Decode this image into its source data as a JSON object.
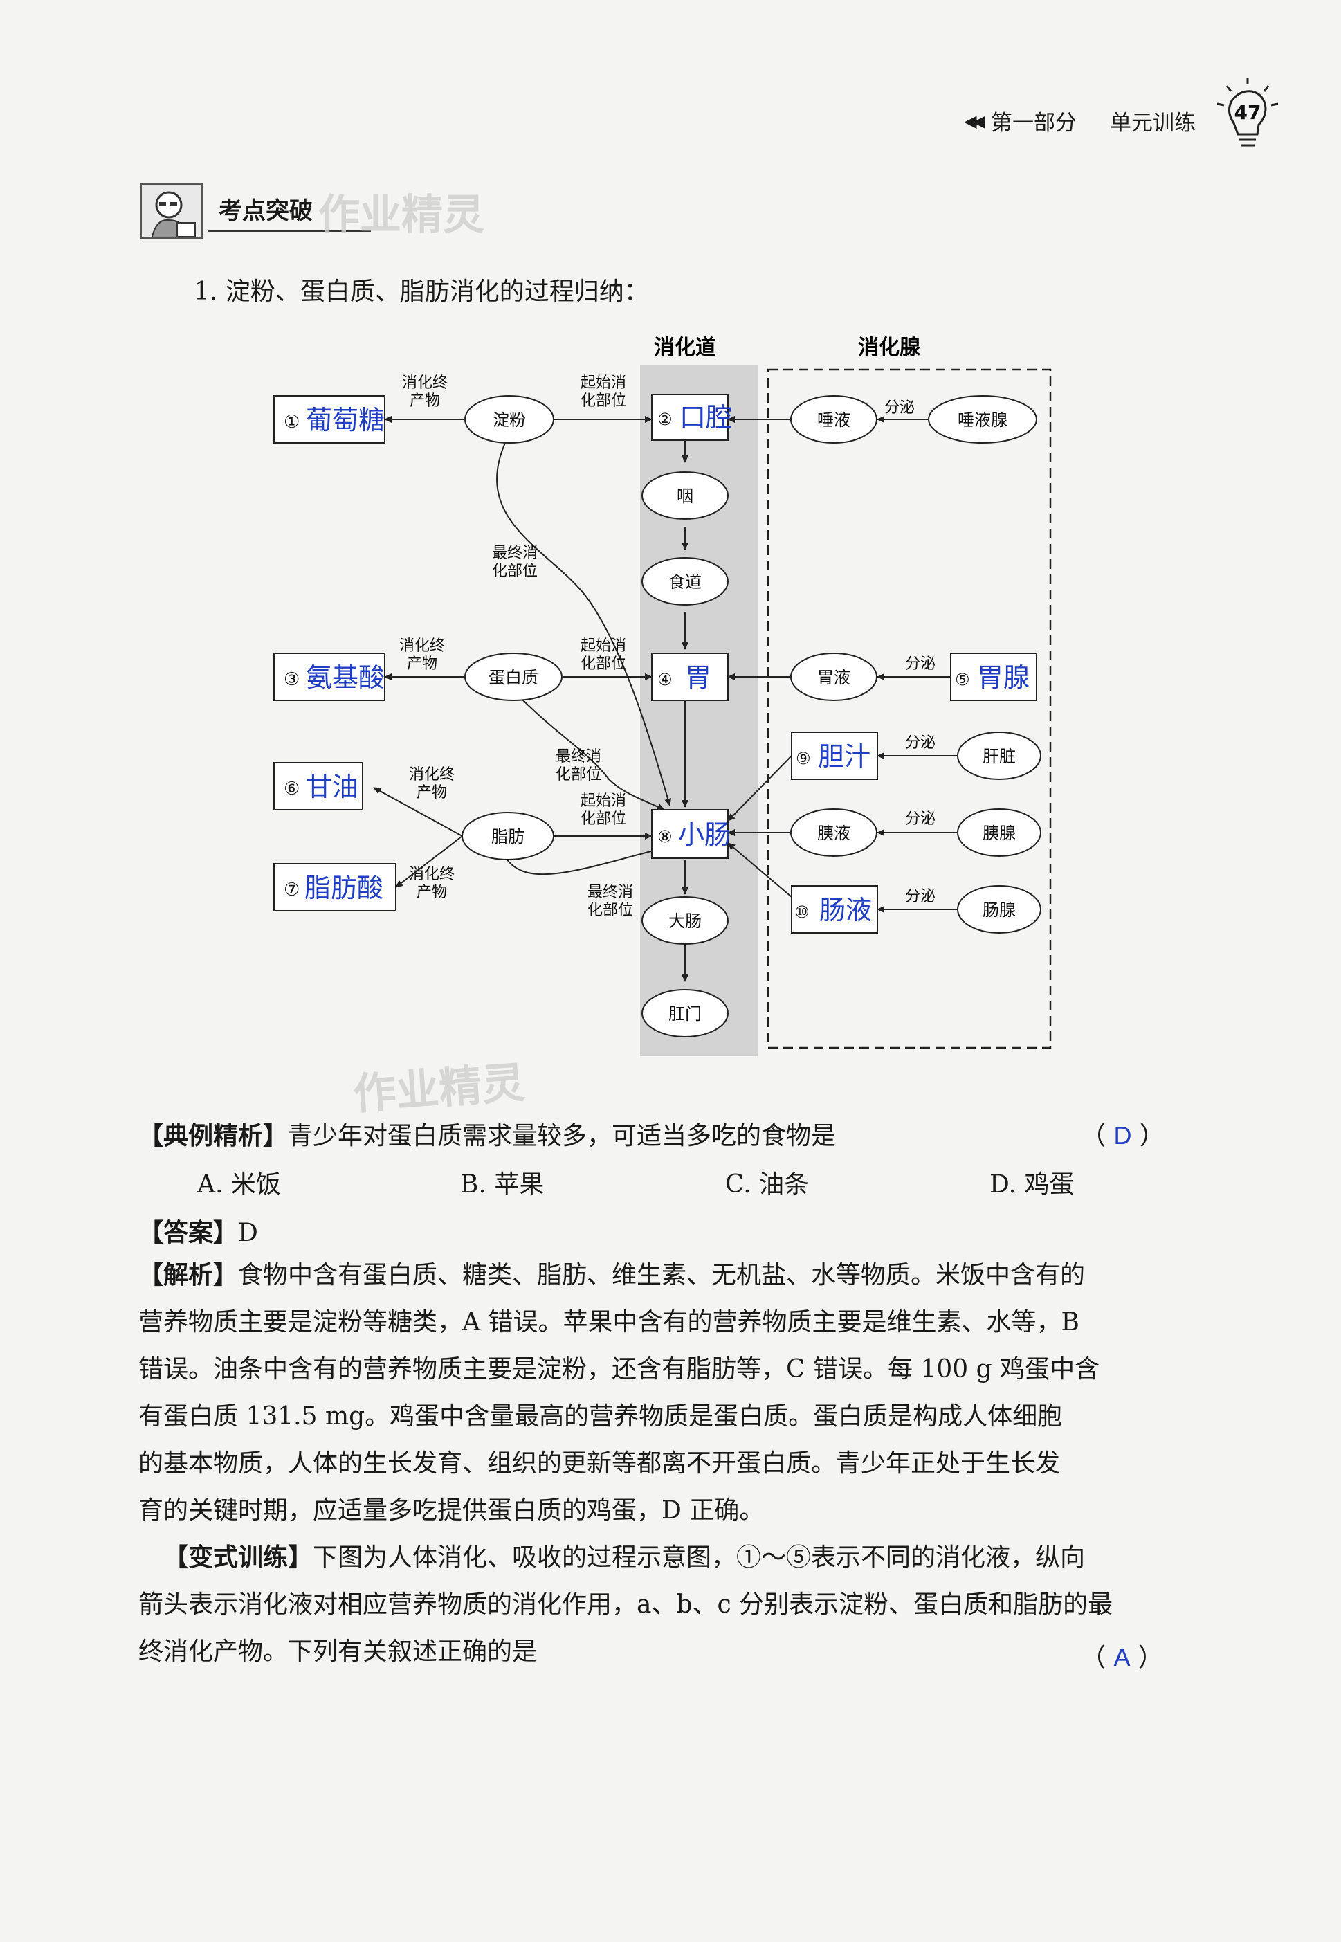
{
  "header": {
    "section": "第一部分",
    "unit": "单元训练",
    "page_number": "47"
  },
  "banner": {
    "title": "考点突破",
    "watermark": "作业精灵"
  },
  "question1": "1. 淀粉、蛋白质、脂肪消化的过程归纳：",
  "diagram": {
    "col_tract": "消化道",
    "col_gland": "消化腺",
    "tract": [
      "口腔",
      "咽",
      "食道",
      "胃",
      "小肠",
      "大肠",
      "肛门"
    ],
    "tract_nums": {
      "mouth": "②",
      "stomach": "④",
      "intestine": "⑧"
    },
    "nutrients": {
      "starch": "淀粉",
      "protein": "蛋白质",
      "fat": "脂肪"
    },
    "products": {
      "glucose": {
        "num": "①",
        "answer": "葡萄糖"
      },
      "amino": {
        "num": "③",
        "answer": "氨基酸"
      },
      "glycerol": {
        "num": "⑥",
        "answer": "甘油"
      },
      "fatty": {
        "num": "⑦",
        "answer": "脂肪酸"
      }
    },
    "juices": {
      "saliva": "唾液",
      "gastric": "胃液",
      "bile": {
        "num": "⑨",
        "answer": "胆汁"
      },
      "pancreatic": "胰液",
      "intestinal": {
        "num": "⑩",
        "answer": "肠液"
      }
    },
    "glands": {
      "salivary": "唾液腺",
      "gastric": {
        "num": "⑤",
        "answer": "胃腺"
      },
      "liver": "肝脏",
      "pancreas": "胰腺",
      "intestinal": "肠腺"
    },
    "labels": {
      "final_product_a": "消化终",
      "final_product_b": "产物",
      "start_site_a": "起始消",
      "start_site_b": "化部位",
      "final_site_a": "最终消",
      "final_site_b": "化部位",
      "secrete": "分泌"
    }
  },
  "example": {
    "tag": "【典例精析】",
    "stem": "青少年对蛋白质需求量较多，可适当多吃的食物是",
    "answer": "D",
    "options": [
      "A. 米饭",
      "B. 苹果",
      "C. 油条",
      "D. 鸡蛋"
    ],
    "answer_tag": "【答案】",
    "answer_text": "D",
    "analysis_tag": "【解析】",
    "analysis_lines": [
      "食物中含有蛋白质、糖类、脂肪、维生素、无机盐、水等物质。米饭中含有的",
      "营养物质主要是淀粉等糖类，A 错误。苹果中含有的营养物质主要是维生素、水等，B",
      "错误。油条中含有的营养物质主要是淀粉，还含有脂肪等，C 错误。每 100 g 鸡蛋中含",
      "有蛋白质 131.5 mg。鸡蛋中含量最高的营养物质是蛋白质。蛋白质是构成人体细胞",
      "的基本物质，人体的生长发育、组织的更新等都离不开蛋白质。青少年正处于生长发",
      "育的关键时期，应适量多吃提供蛋白质的鸡蛋，D 正确。"
    ]
  },
  "variant": {
    "tag": "【变式训练】",
    "lines": [
      "下图为人体消化、吸收的过程示意图，①～⑤表示不同的消化液，纵向",
      "箭头表示消化液对相应营养物质的消化作用，a、b、c 分别表示淀粉、蛋白质和脂肪的最",
      "终消化产物。下列有关叙述正确的是"
    ],
    "answer": "A"
  }
}
